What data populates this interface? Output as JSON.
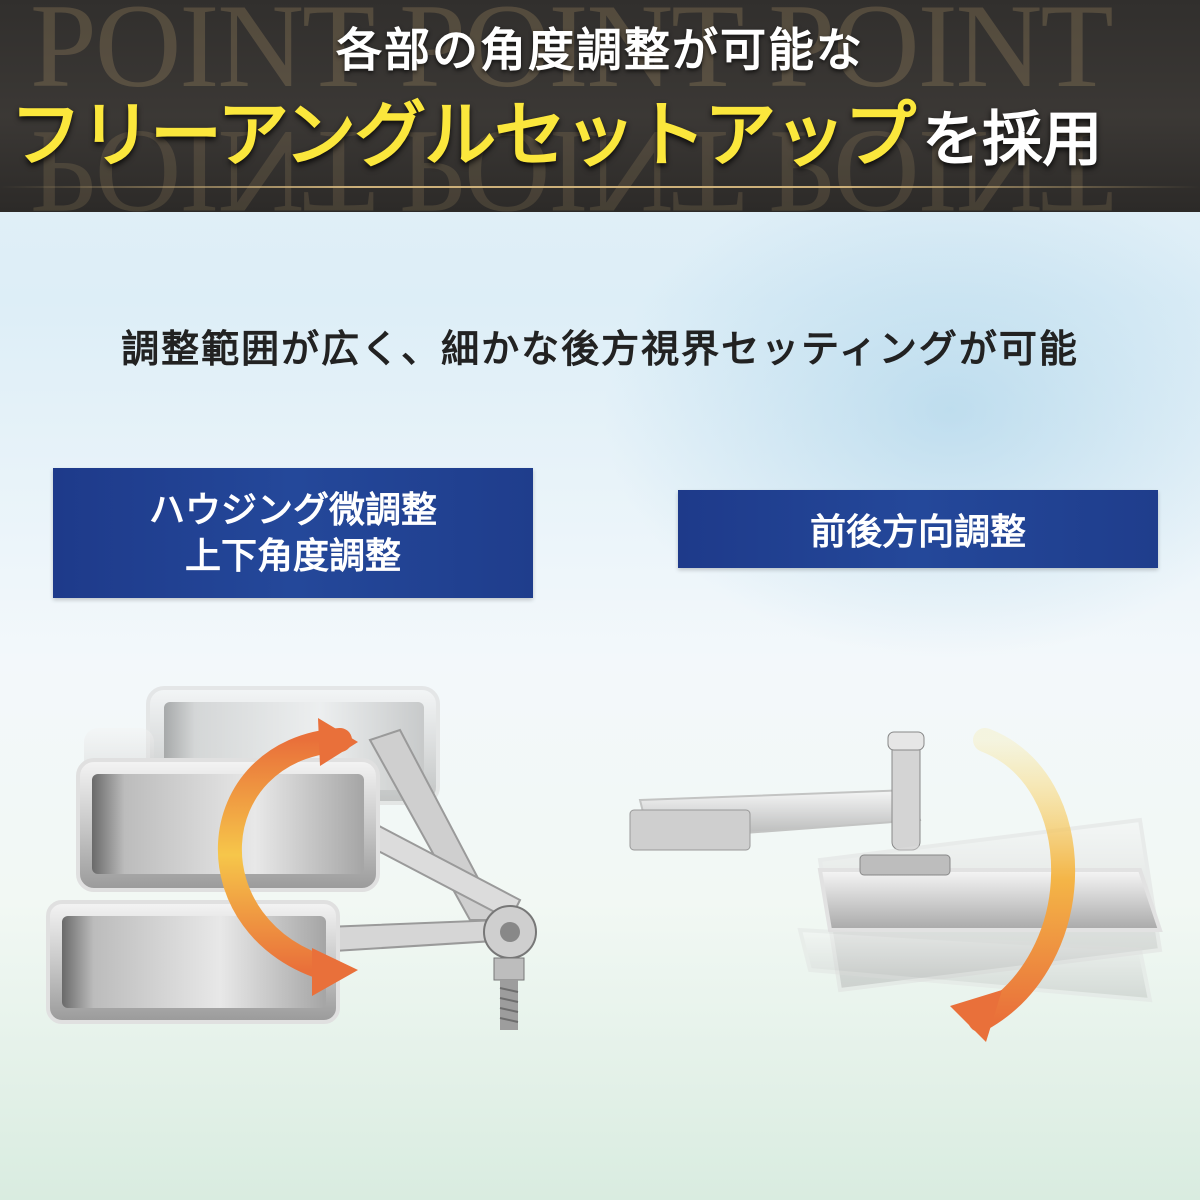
{
  "header": {
    "line1": "各部の角度調整が可能な",
    "line2_main": "フリーアングルセットアップ",
    "line2_suffix": "を採用",
    "watermark": "POINT POINT POINT"
  },
  "subtitle": "調整範囲が広く、細かな後方視界セッティングが可能",
  "labels": {
    "left_line1": "ハウジング微調整",
    "left_line2": "上下角度調整",
    "right": "前後方向調整"
  },
  "colors": {
    "header_bg": "#353230",
    "headline_yellow": "#fbe73c",
    "label_blue": "#24489a",
    "arrow_orange": "#e9703a",
    "arrow_yellow": "#f6c64a"
  },
  "icons": {
    "left": "mirror-vertical-adjust-illustration",
    "right": "mirror-forward-back-adjust-illustration"
  }
}
